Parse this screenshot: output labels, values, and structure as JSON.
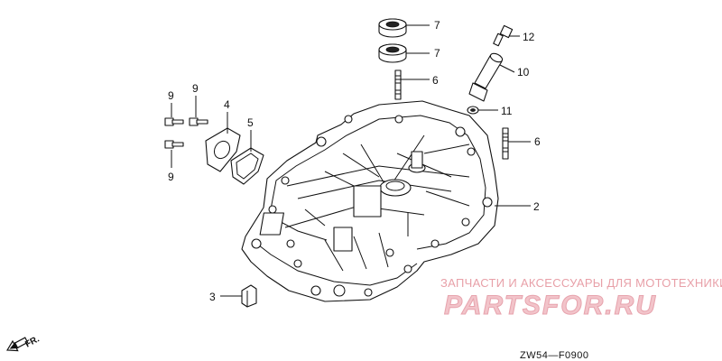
{
  "callouts": [
    {
      "id": "c7a",
      "label": "7"
    },
    {
      "id": "c7b",
      "label": "7"
    },
    {
      "id": "c12",
      "label": "12"
    },
    {
      "id": "c10",
      "label": "10"
    },
    {
      "id": "c6a",
      "label": "6"
    },
    {
      "id": "c11",
      "label": "11"
    },
    {
      "id": "c6b",
      "label": "6"
    },
    {
      "id": "c9a",
      "label": "9"
    },
    {
      "id": "c9b",
      "label": "9"
    },
    {
      "id": "c4",
      "label": "4"
    },
    {
      "id": "c5",
      "label": "5"
    },
    {
      "id": "c9c",
      "label": "9"
    },
    {
      "id": "c2",
      "label": "2"
    },
    {
      "id": "c3",
      "label": "3"
    }
  ],
  "direction_label": "FR.",
  "diagram_code": "ZW54—F0900",
  "watermark": {
    "tagline": "ЗАПЧАСТИ И АКСЕССУАРЫ ДЛЯ МОТОТЕХНИКИ",
    "brand": "PARTSFOR.RU"
  },
  "colors": {
    "line": "#111111",
    "watermark_text": "#e8a0a8",
    "watermark_brand_fill": "#f2c4ca"
  }
}
